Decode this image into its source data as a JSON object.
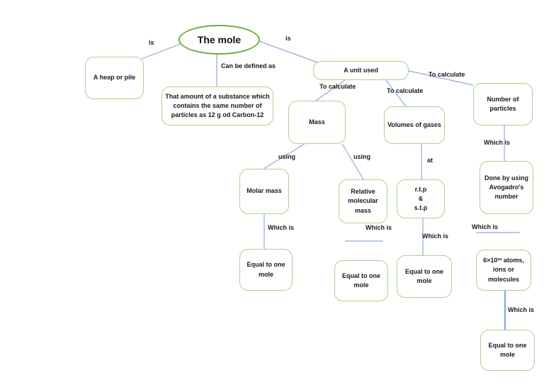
{
  "diagram_title": "The mole",
  "colors": {
    "ellipse_stroke": "#6fac46",
    "box_border": "#a9d18e",
    "connector_blue": "#8eaadb",
    "text": "#1a1a1a",
    "background": "#ffffff"
  },
  "nodes": {
    "mole": {
      "label": "The mole"
    },
    "heap": {
      "label": "A heap or pile"
    },
    "definition": {
      "label": "That amount of a substance which contains the same number of particles as 12 g od Carbon-12"
    },
    "unit": {
      "label": "A unit used"
    },
    "mass": {
      "label": "Mass"
    },
    "volumes": {
      "label": "Volumes of gases"
    },
    "particles": {
      "label": "Number of particles"
    },
    "molar": {
      "label": "Molar mass"
    },
    "relative": {
      "label": "Relative molecular mass"
    },
    "rtp": {
      "label": "r.t.p\n&\ns.t.p"
    },
    "doneby": {
      "label": "Done by using Avogadro's number"
    },
    "equal_molar": {
      "label": "Equal to one mole"
    },
    "equal_relative": {
      "label": "Equal to one mole"
    },
    "equal_rtp": {
      "label": "Equal to one mole"
    },
    "atoms": {
      "label": "6×10²³ atoms, ions or molecules"
    },
    "equal_atoms": {
      "label": "Equal to one mole"
    }
  },
  "edge_labels": {
    "is_left": "is",
    "is_right": "is",
    "can_be_defined_as": "Can be defined as",
    "to_calculate_mass": "To calculate",
    "to_calculate_volumes": "To calculate",
    "to_calculate_particles": "To calculate",
    "using_molar": "using",
    "using_relative": "using",
    "at": "at",
    "which_is_particles": "Which is",
    "which_is_molar": "Which is",
    "which_is_relative": "Which is",
    "which_is_rtp": "Which is",
    "which_is_doneby": "Which is",
    "which_is_atoms": "Which is"
  }
}
